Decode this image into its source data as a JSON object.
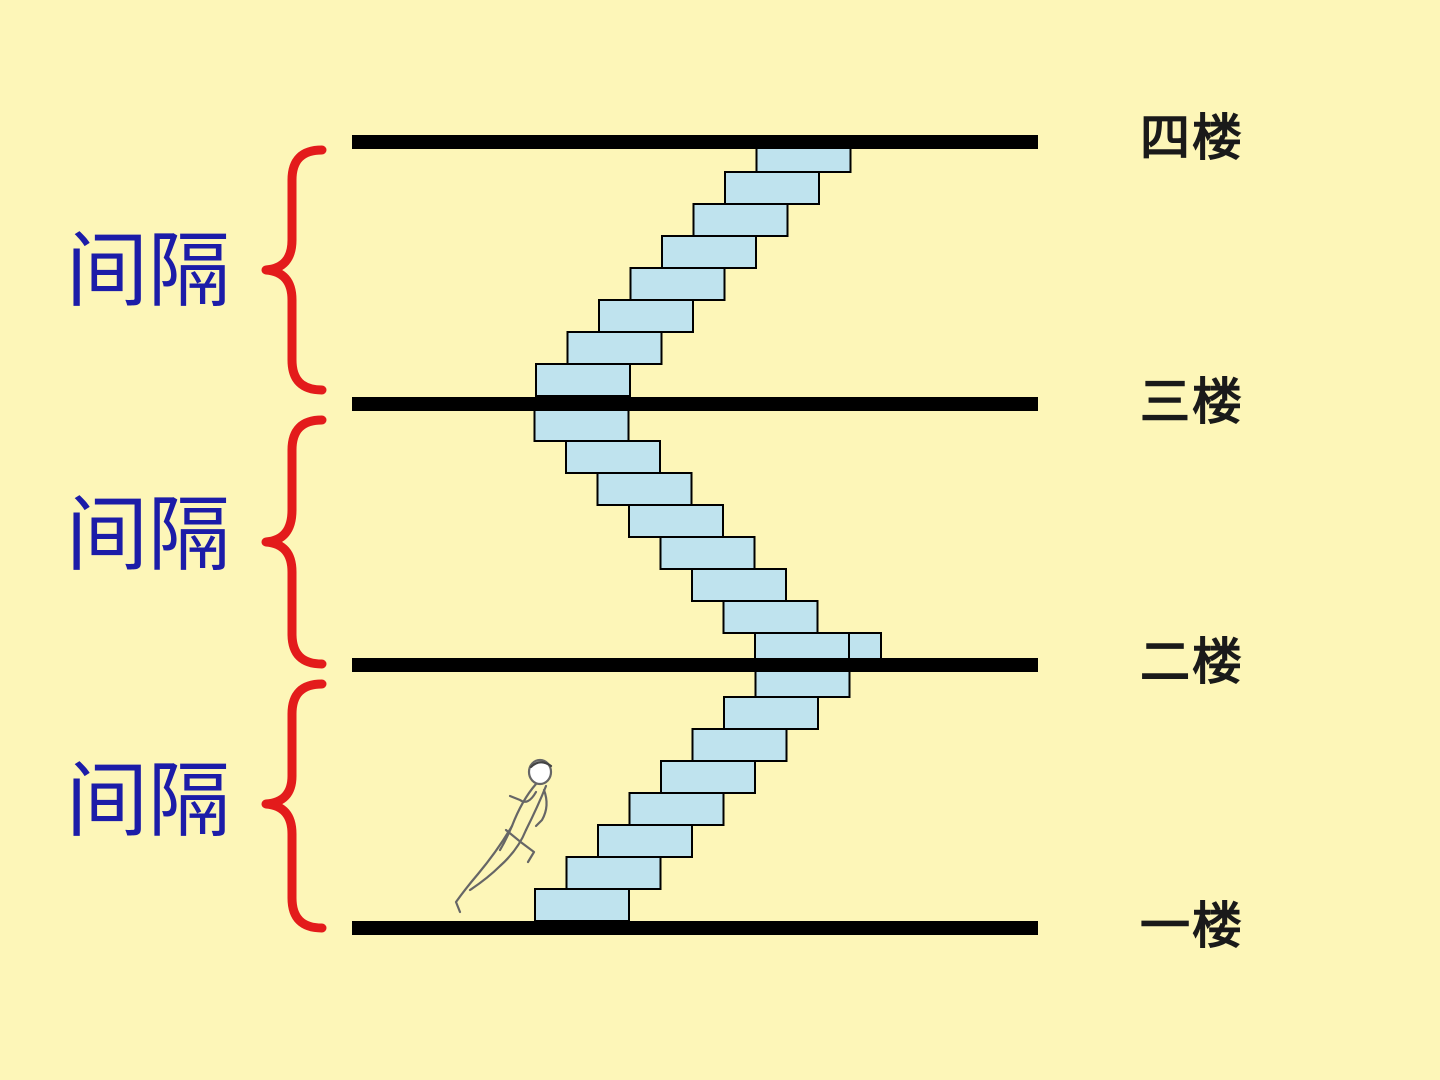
{
  "colors": {
    "background": "#fdf6b8",
    "floor_line": "#000000",
    "step_fill": "#bfe3ee",
    "step_stroke": "#000000",
    "brace": "#e31b1b",
    "interval_text": "#1c1ca8",
    "floor_text": "#1a1a1a"
  },
  "floors": [
    {
      "label": "四楼"
    },
    {
      "label": "三楼"
    },
    {
      "label": "二楼"
    },
    {
      "label": "一楼"
    }
  ],
  "intervals": [
    {
      "label": "间隔"
    },
    {
      "label": "间隔"
    },
    {
      "label": "间隔"
    }
  ],
  "icons": {
    "runner": "running-person-icon",
    "brace": "curly-brace-icon"
  }
}
